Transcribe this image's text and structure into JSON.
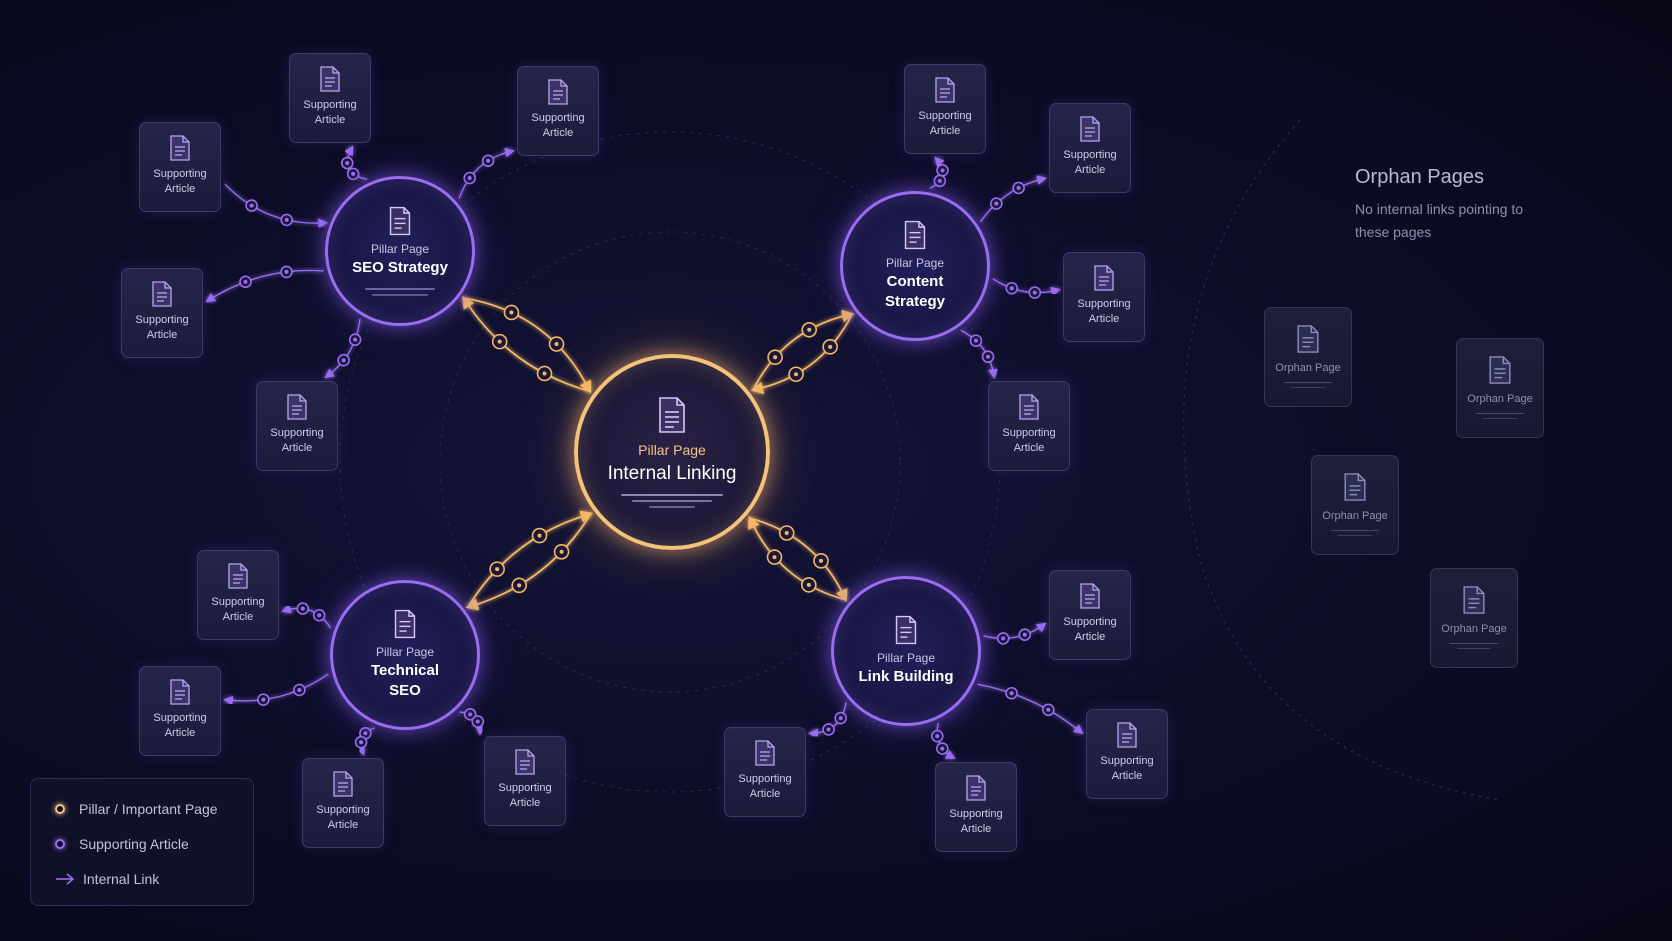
{
  "center": {
    "label": "Pillar Page",
    "title": "Internal Linking",
    "color": "#f4c27a"
  },
  "pillars": [
    {
      "id": "seo",
      "label": "Pillar Page",
      "title": [
        "SEO Strategy"
      ]
    },
    {
      "id": "content",
      "label": "Pillar Page",
      "title": [
        "Content",
        "Strategy"
      ]
    },
    {
      "id": "technical",
      "label": "Pillar Page",
      "title": [
        "Technical",
        "SEO"
      ]
    },
    {
      "id": "links",
      "label": "Pillar Page",
      "title": [
        "Link Building"
      ]
    }
  ],
  "supporting_label": [
    "Supporting",
    "Article"
  ],
  "orphans": {
    "title": "Orphan Pages",
    "subtitle": "No internal links pointing to these pages",
    "item_label": "Orphan Page"
  },
  "legend": {
    "items": [
      {
        "label": "Pillar / Important Page",
        "color": "#f4c27a"
      },
      {
        "label": "Supporting Article",
        "color": "#9a6df0"
      },
      {
        "label": "Internal Link",
        "color": "#9a6df0"
      }
    ]
  },
  "colors": {
    "pillar_link": "#f2b866",
    "support_link": "#9a6df0",
    "card_text": "#cfcde8"
  }
}
